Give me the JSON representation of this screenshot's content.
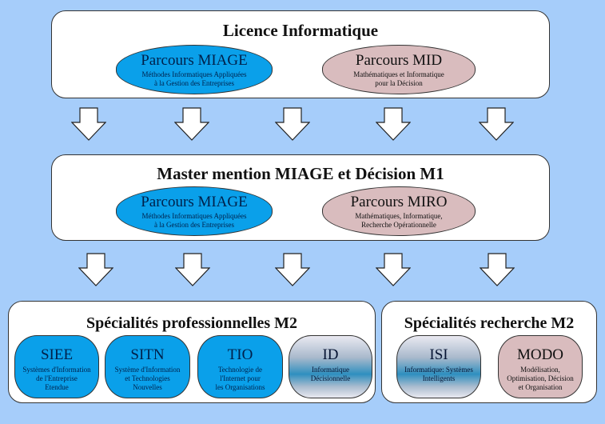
{
  "licence": {
    "title": "Licence Informatique",
    "parcours": [
      {
        "name": "Parcours MIAGE",
        "desc1": "Méthodes Informatiques Appliquées",
        "desc2": "à la Gestion des Entreprises"
      },
      {
        "name": "Parcours MID",
        "desc1": "Mathématiques et Informatique",
        "desc2": "pour la Décision"
      }
    ]
  },
  "master": {
    "title": "Master mention MIAGE et Décision M1",
    "parcours": [
      {
        "name": "Parcours MIAGE",
        "desc1": "Méthodes Informatiques Appliquées",
        "desc2": "à la Gestion des Entreprises"
      },
      {
        "name": "Parcours MIRO",
        "desc1": "Mathématiques, Informatique,",
        "desc2": "Recherche Opérationnelle"
      }
    ]
  },
  "pro": {
    "title": "Spécialités professionnelles M2",
    "items": [
      {
        "name": "SIEE",
        "d1": "Systèmes d'Information",
        "d2": "de l'Entreprise",
        "d3": "Etendue",
        "d4": ""
      },
      {
        "name": "SITN",
        "d1": "Système d'Information",
        "d2": "et Technologies",
        "d3": "Nouvelles",
        "d4": ""
      },
      {
        "name": "TIO",
        "d1": "Technologie de",
        "d2": "l'Internet pour",
        "d3": "les Organisations",
        "d4": ""
      },
      {
        "name": "ID",
        "d1": "Informatique",
        "d2": "Décisionnelle",
        "d3": "",
        "d4": ""
      }
    ]
  },
  "recherche": {
    "title": "Spécialités recherche M2",
    "items": [
      {
        "name": "ISI",
        "d1": "Informatique: Systèmes",
        "d2": "Intelligents",
        "d3": "",
        "d4": ""
      },
      {
        "name": "MODO",
        "d1": "Modélisation,",
        "d2": "Optimisation, Décision",
        "d3": "et Organisation",
        "d4": ""
      }
    ]
  },
  "colors": {
    "background": "#a6cdfa",
    "blue": "#0aa0ea",
    "pink": "#d9bcbe"
  }
}
